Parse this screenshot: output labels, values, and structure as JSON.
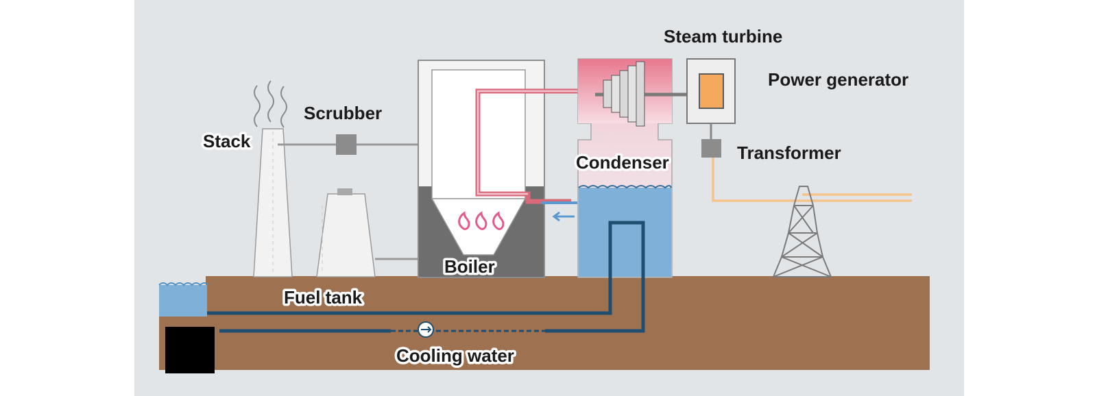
{
  "diagram": {
    "labels": {
      "steam_turbine": "Steam turbine",
      "power_generator": "Power generator",
      "scrubber": "Scrubber",
      "stack": "Stack",
      "condenser": "Condenser",
      "transformer": "Transformer",
      "boiler": "Boiler",
      "fuel_tank": "Fuel tank",
      "cooling_water": "Cooling water"
    },
    "colors": {
      "background_panel": "#e2e5e8",
      "ground": "#9e7150",
      "water": "#7fb0d8",
      "cooling_pipe": "#1f4e70",
      "steam_pipe": "#d86a7a",
      "generator_core": "#f4a95c",
      "power_line": "#f6c38a",
      "flame": "#e25b8b"
    }
  }
}
